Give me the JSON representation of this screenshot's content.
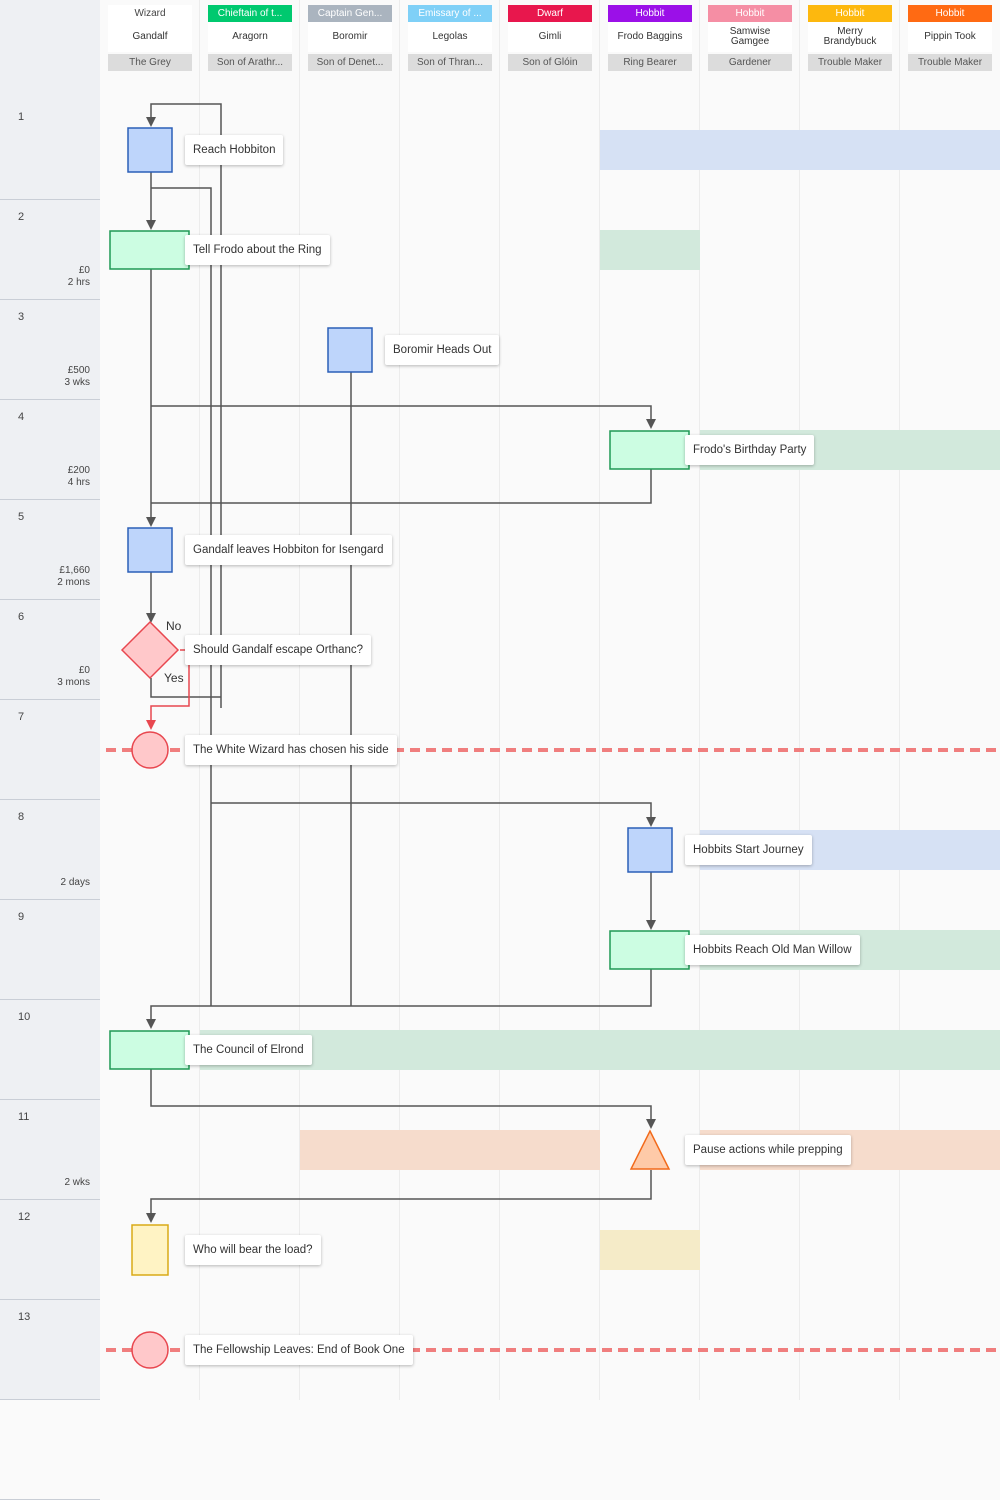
{
  "lanes": [
    {
      "role": "Wizard",
      "role_color": "#ffffff",
      "role_text_color": "#444444",
      "name": "Gandalf",
      "title": "The Grey"
    },
    {
      "role": "Chieftain of t...",
      "role_color": "#00c96f",
      "role_text_color": "#ffffff",
      "name": "Aragorn",
      "title": "Son of Arathr..."
    },
    {
      "role": "Captain Gen...",
      "role_color": "#aab4bf",
      "role_text_color": "#ffffff",
      "name": "Boromir",
      "title": "Son of Denet..."
    },
    {
      "role": "Emissary of ...",
      "role_color": "#7fd0f7",
      "role_text_color": "#ffffff",
      "name": "Legolas",
      "title": "Son of Thran..."
    },
    {
      "role": "Dwarf",
      "role_color": "#e8174d",
      "role_text_color": "#ffffff",
      "name": "Gimli",
      "title": "Son of Glóin"
    },
    {
      "role": "Hobbit",
      "role_color": "#9b10e8",
      "role_text_color": "#ffffff",
      "name": "Frodo Baggins",
      "title": "Ring Bearer"
    },
    {
      "role": "Hobbit",
      "role_color": "#f58ea4",
      "role_text_color": "#ffffff",
      "name": "Samwise Gamgee",
      "title": "Gardener"
    },
    {
      "role": "Hobbit",
      "role_color": "#fdb80e",
      "role_text_color": "#ffffff",
      "name": "Merry Brandybuck",
      "title": "Trouble Maker"
    },
    {
      "role": "Hobbit",
      "role_color": "#ff6a13",
      "role_text_color": "#ffffff",
      "name": "Pippin Took",
      "title": "Trouble Maker"
    }
  ],
  "rows": [
    {
      "num": "1",
      "cost": "",
      "duration": ""
    },
    {
      "num": "2",
      "cost": "£0",
      "duration": "2 hrs"
    },
    {
      "num": "3",
      "cost": "£500",
      "duration": "3 wks"
    },
    {
      "num": "4",
      "cost": "£200",
      "duration": "4 hrs"
    },
    {
      "num": "5",
      "cost": "£1,660",
      "duration": "2 mons"
    },
    {
      "num": "6",
      "cost": "£0",
      "duration": "3 mons"
    },
    {
      "num": "7",
      "cost": "",
      "duration": ""
    },
    {
      "num": "8",
      "cost": "",
      "duration": "2 days"
    },
    {
      "num": "9",
      "cost": "",
      "duration": ""
    },
    {
      "num": "10",
      "cost": "",
      "duration": ""
    },
    {
      "num": "11",
      "cost": "",
      "duration": "2 wks"
    },
    {
      "num": "12",
      "cost": "",
      "duration": ""
    },
    {
      "num": "13",
      "cost": "",
      "duration": ""
    }
  ],
  "colors": {
    "task_fill": "#bed5fb",
    "task_stroke": "#2b5fb8",
    "sub_fill": "#ccfde2",
    "sub_stroke": "#1f9955",
    "decision_fill": "#ffc8ca",
    "decision_stroke": "#e8474f",
    "milestone_fill": "#ffc8ca",
    "milestone_stroke": "#e8474f",
    "pause_fill": "#fecaa8",
    "pause_stroke": "#f26a1b",
    "note_fill": "#fff3c4",
    "note_stroke": "#d9a916",
    "band_blue": "#d6e1f4",
    "band_green": "#d2e9dc",
    "band_orange": "#f6dccc",
    "band_yellow": "#f5ebc8",
    "connector": "#555555",
    "milestone_line": "#f07e7e"
  },
  "nodes": [
    {
      "id": "n1",
      "shape": "task",
      "row": 0,
      "lane": 0,
      "label": "Reach Hobbiton"
    },
    {
      "id": "n2",
      "shape": "subprocess",
      "row": 1,
      "lane": 0,
      "label": "Tell Frodo about the Ring"
    },
    {
      "id": "n3",
      "shape": "task",
      "row": 2,
      "lane": 2,
      "label": "Boromir Heads Out"
    },
    {
      "id": "n4",
      "shape": "subprocess",
      "row": 3,
      "lane": 5,
      "label": "Frodo's Birthday Party"
    },
    {
      "id": "n5",
      "shape": "task",
      "row": 4,
      "lane": 0,
      "label": "Gandalf leaves Hobbiton for Isengard"
    },
    {
      "id": "n6",
      "shape": "decision",
      "row": 5,
      "lane": 0,
      "label": "Should Gandalf escape Orthanc?"
    },
    {
      "id": "n7",
      "shape": "milestone",
      "row": 6,
      "lane": 0,
      "label": "The White Wizard has chosen his side"
    },
    {
      "id": "n8",
      "shape": "task",
      "row": 7,
      "lane": 5,
      "label": "Hobbits Start Journey"
    },
    {
      "id": "n9",
      "shape": "subprocess",
      "row": 8,
      "lane": 5,
      "label": "Hobbits Reach Old Man Willow"
    },
    {
      "id": "n10",
      "shape": "subprocess",
      "row": 9,
      "lane": 0,
      "label": "The Council of Elrond"
    },
    {
      "id": "n11",
      "shape": "pause",
      "row": 10,
      "lane": 5,
      "label": "Pause actions while prepping"
    },
    {
      "id": "n12",
      "shape": "note",
      "row": 11,
      "lane": 0,
      "label": "Who will bear the load?"
    },
    {
      "id": "n13",
      "shape": "milestone",
      "row": 12,
      "lane": 0,
      "label": "The Fellowship Leaves: End of Book One"
    }
  ],
  "decision_branches": {
    "no": "No",
    "yes": "Yes"
  }
}
